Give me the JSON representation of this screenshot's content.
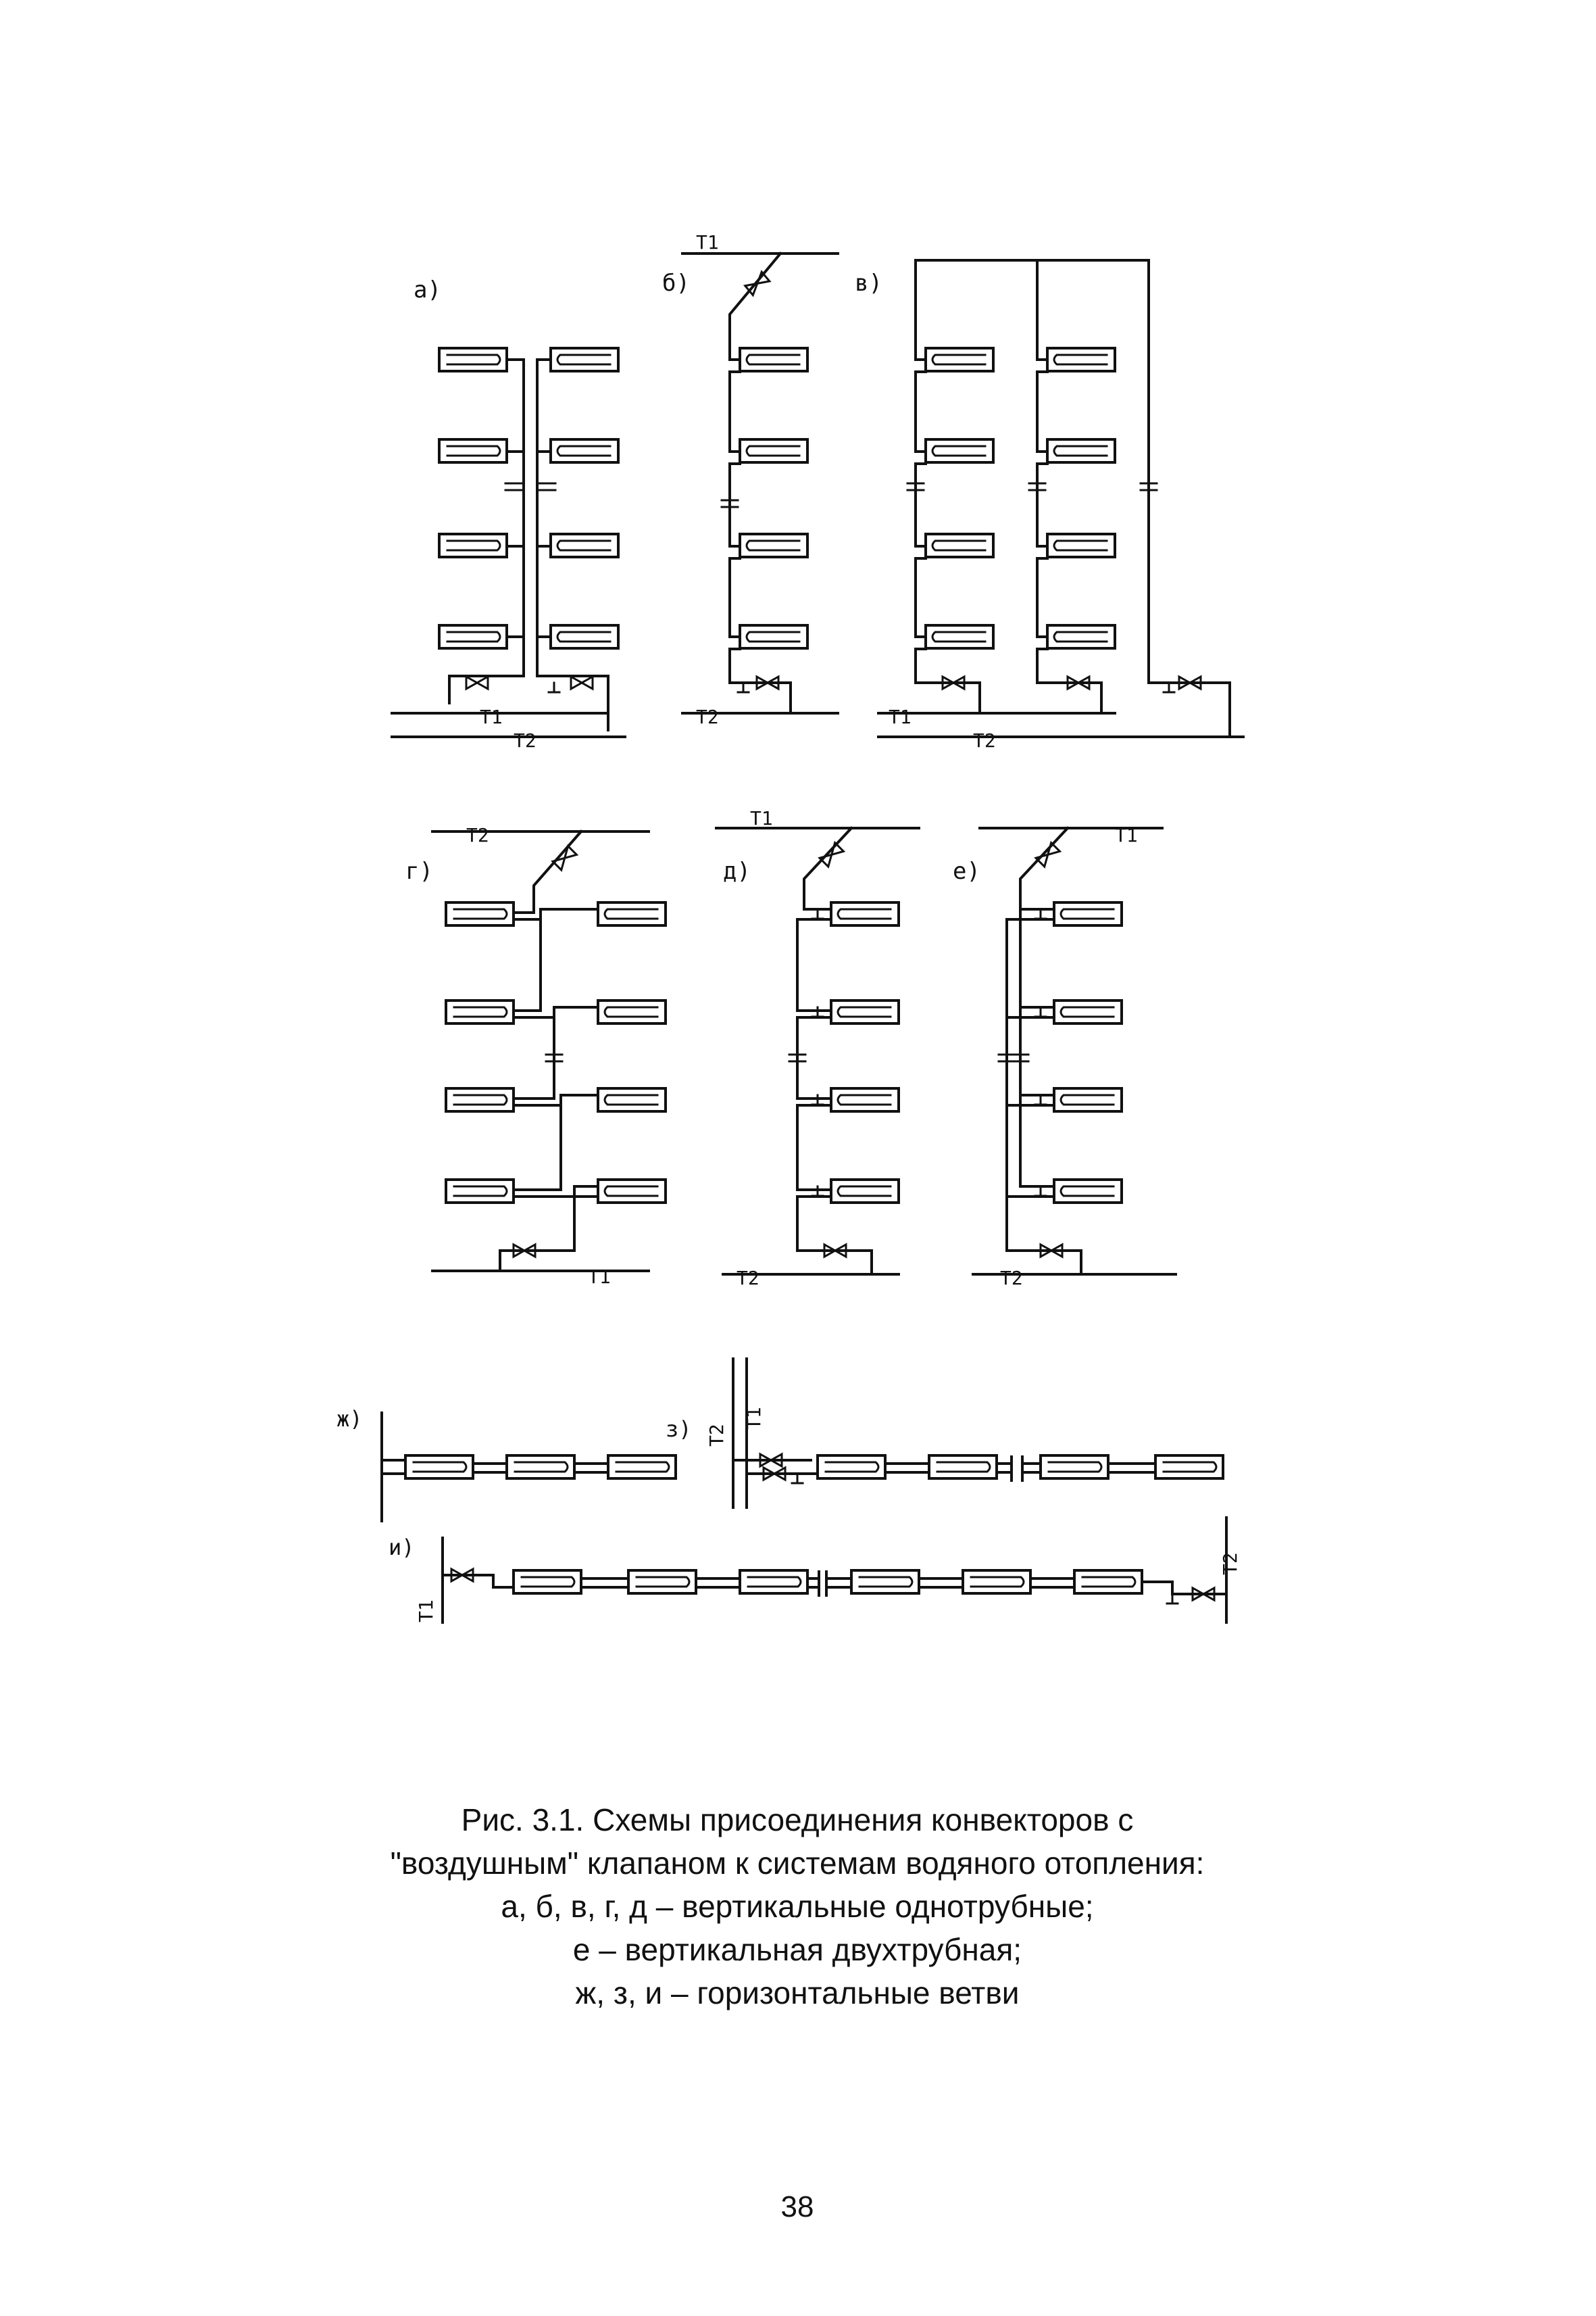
{
  "figure": {
    "panels": {
      "a": {
        "label": "а)"
      },
      "b": {
        "label": "б)"
      },
      "v": {
        "label": "в)"
      },
      "g": {
        "label": "г)"
      },
      "d": {
        "label": "д)"
      },
      "e": {
        "label": "е)"
      },
      "zh": {
        "label": "ж)"
      },
      "z": {
        "label": "з)"
      },
      "i": {
        "label": "и)"
      }
    },
    "pipes": {
      "supply": "T1",
      "return": "T2"
    }
  },
  "caption": {
    "lines": [
      "Рис. 3.1. Схемы присоединения конвекторов с",
      "\"воздушным\" клапаном   к системам водяного отопления:",
      "а, б, в, г, д – вертикальные однотрубные;",
      "е – вертикальная двухтрубная;",
      "ж, з, и – горизонтальные ветви"
    ]
  },
  "page": {
    "number": "38"
  }
}
